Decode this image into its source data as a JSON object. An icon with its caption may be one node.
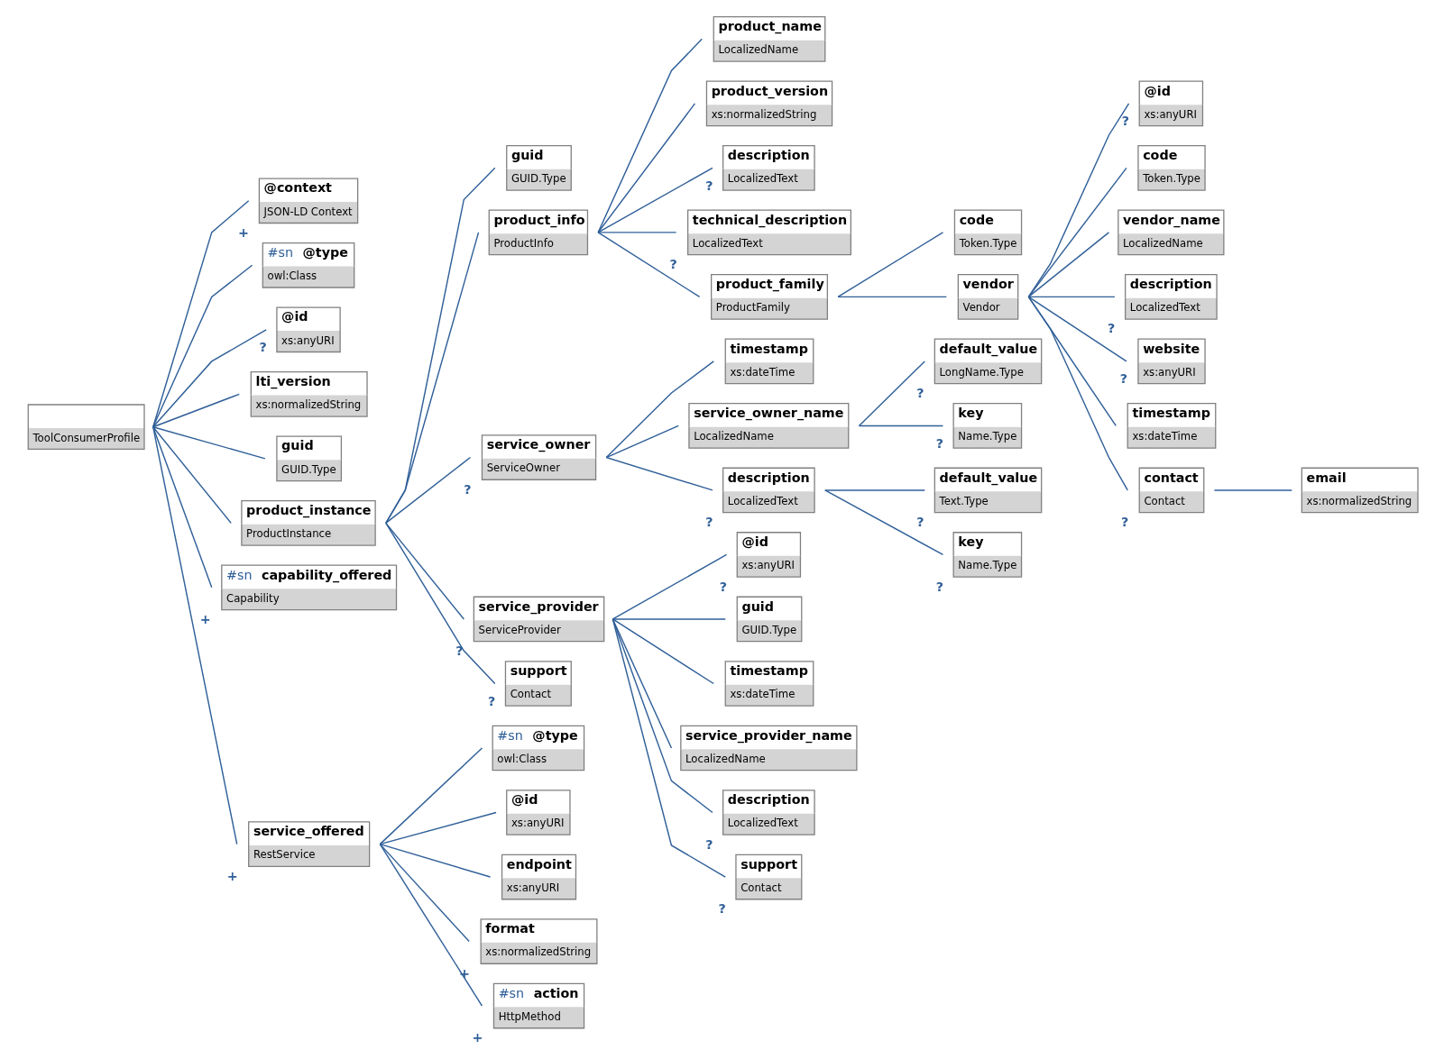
{
  "diagram": {
    "nodes": [
      {
        "text": [
          "ToolConsumerProfile"
        ]
      },
      {
        "text": [
          "@context",
          "JSON-LD Context"
        ],
        "beside": [
          "+"
        ]
      },
      {
        "text": [
          "#sn",
          "@type",
          "owl:Class"
        ]
      },
      {
        "text": [
          "@id",
          "xs:anyURI"
        ],
        "beside": [
          "?"
        ]
      },
      {
        "text": [
          "lti_version",
          "xs:normalizedString"
        ]
      },
      {
        "text": [
          "guid",
          "GUID.Type"
        ]
      },
      {
        "text": [
          "product_instance",
          "ProductInstance"
        ]
      },
      {
        "text": [
          "guid",
          "GUID.Type"
        ]
      },
      {
        "text": [
          "product_info",
          "ProductInfo"
        ]
      },
      {
        "text": [
          "product_name",
          "LocalizedName"
        ]
      },
      {
        "text": [
          "product_version",
          "xs:normalizedString"
        ]
      },
      {
        "text": [
          "description",
          "LocalizedText"
        ],
        "beside": [
          "?"
        ]
      },
      {
        "text": [
          "technical_description",
          "LocalizedText"
        ],
        "beside": [
          "?"
        ]
      },
      {
        "text": [
          "product_family",
          "ProductFamily"
        ]
      },
      {
        "text": [
          "code",
          "Token.Type"
        ]
      },
      {
        "text": [
          "vendor",
          "Vendor"
        ]
      },
      {
        "text": [
          "@id",
          "xs:anyURI"
        ],
        "beside": [
          "?"
        ]
      },
      {
        "text": [
          "code",
          "Token.Type"
        ]
      },
      {
        "text": [
          "vendor_name",
          "LocalizedName"
        ]
      },
      {
        "text": [
          "description",
          "LocalizedText"
        ],
        "beside": [
          "?"
        ]
      },
      {
        "text": [
          "website",
          "xs:anyURI"
        ],
        "beside": [
          "?"
        ]
      },
      {
        "text": [
          "timestamp",
          "xs:dateTime"
        ]
      },
      {
        "text": [
          "contact",
          "Contact"
        ],
        "beside": [
          "?"
        ]
      },
      {
        "text": [
          "email",
          "xs:normalizedString"
        ]
      },
      {
        "text": [
          "service_owner",
          "ServiceOwner"
        ],
        "beside": [
          "?"
        ]
      },
      {
        "text": [
          "timestamp",
          "xs:dateTime"
        ]
      },
      {
        "text": [
          "service_owner_name",
          "LocalizedName"
        ]
      },
      {
        "text": [
          "default_value",
          "LongName.Type"
        ],
        "beside": [
          "?"
        ]
      },
      {
        "text": [
          "key",
          "Name.Type"
        ],
        "beside": [
          "?"
        ]
      },
      {
        "text": [
          "description",
          "LocalizedText"
        ],
        "beside": [
          "?"
        ]
      },
      {
        "text": [
          "default_value",
          "Text.Type"
        ],
        "beside": [
          "?"
        ]
      },
      {
        "text": [
          "key",
          "Name.Type"
        ],
        "beside": [
          "?"
        ]
      },
      {
        "text": [
          "service_provider",
          "ServiceProvider"
        ],
        "beside": [
          "?"
        ]
      },
      {
        "text": [
          "@id",
          "xs:anyURI"
        ],
        "beside": [
          "?"
        ]
      },
      {
        "text": [
          "guid",
          "GUID.Type"
        ]
      },
      {
        "text": [
          "timestamp",
          "xs:dateTime"
        ]
      },
      {
        "text": [
          "service_provider_name",
          "LocalizedName"
        ]
      },
      {
        "text": [
          "description",
          "LocalizedText"
        ],
        "beside": [
          "?"
        ]
      },
      {
        "text": [
          "support",
          "Contact"
        ],
        "beside": [
          "?"
        ]
      },
      {
        "text": [
          "support",
          "Contact"
        ],
        "beside": [
          "?"
        ]
      },
      {
        "text": [
          "#sn",
          "capability_offered",
          "Capability"
        ],
        "beside": [
          "+"
        ]
      },
      {
        "text": [
          "service_offered",
          "RestService"
        ],
        "beside": [
          "+"
        ]
      },
      {
        "text": [
          "#sn",
          "@type",
          "owl:Class"
        ]
      },
      {
        "text": [
          "@id",
          "xs:anyURI"
        ]
      },
      {
        "text": [
          "endpoint",
          "xs:anyURI"
        ]
      },
      {
        "text": [
          "format",
          "xs:normalizedString"
        ],
        "beside": [
          "+"
        ]
      },
      {
        "text": [
          "#sn",
          "action",
          "HttpMethod"
        ],
        "beside": [
          "+"
        ]
      }
    ],
    "edges": [
      {
        "from": 0,
        "to": 1,
        "arrow": "none"
      },
      {
        "from": 0,
        "to": 2,
        "arrow": "none"
      },
      {
        "from": 0,
        "to": 3,
        "arrow": "none"
      },
      {
        "from": 0,
        "to": 4,
        "arrow": "none"
      },
      {
        "from": 0,
        "to": 5,
        "arrow": "none"
      },
      {
        "from": 0,
        "to": 6,
        "arrow": "none"
      },
      {
        "from": 6,
        "to": 7,
        "arrow": "none"
      },
      {
        "from": 6,
        "to": 8,
        "arrow": "none"
      },
      {
        "from": 8,
        "to": 9,
        "arrow": "none"
      },
      {
        "from": 8,
        "to": 10,
        "arrow": "none"
      },
      {
        "from": 8,
        "to": 11,
        "arrow": "none"
      },
      {
        "from": 8,
        "to": 12,
        "arrow": "none"
      },
      {
        "from": 8,
        "to": 13,
        "arrow": "none"
      },
      {
        "from": 13,
        "to": 14,
        "arrow": "none"
      },
      {
        "from": 13,
        "to": 15,
        "arrow": "none"
      },
      {
        "from": 15,
        "to": 16,
        "arrow": "none"
      },
      {
        "from": 15,
        "to": 17,
        "arrow": "none"
      },
      {
        "from": 15,
        "to": 18,
        "arrow": "none"
      },
      {
        "from": 15,
        "to": 19,
        "arrow": "none"
      },
      {
        "from": 15,
        "to": 20,
        "arrow": "none"
      },
      {
        "from": 15,
        "to": 21,
        "arrow": "none"
      },
      {
        "from": 15,
        "to": 22,
        "arrow": "none"
      },
      {
        "from": 22,
        "to": 23,
        "arrow": "none"
      },
      {
        "from": 6,
        "to": 24,
        "arrow": "none"
      },
      {
        "from": 24,
        "to": 25,
        "arrow": "none"
      },
      {
        "from": 24,
        "to": 26,
        "arrow": "none"
      },
      {
        "from": 26,
        "to": 27,
        "arrow": "none"
      },
      {
        "from": 26,
        "to": 28,
        "arrow": "none"
      },
      {
        "from": 24,
        "to": 29,
        "arrow": "none"
      },
      {
        "from": 29,
        "to": 30,
        "arrow": "none"
      },
      {
        "from": 29,
        "to": 31,
        "arrow": "none"
      },
      {
        "from": 6,
        "to": 32,
        "arrow": "none"
      },
      {
        "from": 32,
        "to": 33,
        "arrow": "none"
      },
      {
        "from": 32,
        "to": 34,
        "arrow": "none"
      },
      {
        "from": 32,
        "to": 35,
        "arrow": "none"
      },
      {
        "from": 32,
        "to": 36,
        "arrow": "none"
      },
      {
        "from": 32,
        "to": 37,
        "arrow": "none"
      },
      {
        "from": 32,
        "to": 38,
        "arrow": "none"
      },
      {
        "from": 6,
        "to": 39,
        "arrow": "none"
      },
      {
        "from": 0,
        "to": 40,
        "arrow": "none"
      },
      {
        "from": 0,
        "to": 41,
        "arrow": "none"
      },
      {
        "from": 41,
        "to": 42,
        "arrow": "none"
      },
      {
        "from": 41,
        "to": 43,
        "arrow": "none"
      },
      {
        "from": 41,
        "to": 44,
        "arrow": "none"
      },
      {
        "from": 41,
        "to": 45,
        "arrow": "none"
      },
      {
        "from": 41,
        "to": 46,
        "arrow": "none"
      }
    ]
  }
}
